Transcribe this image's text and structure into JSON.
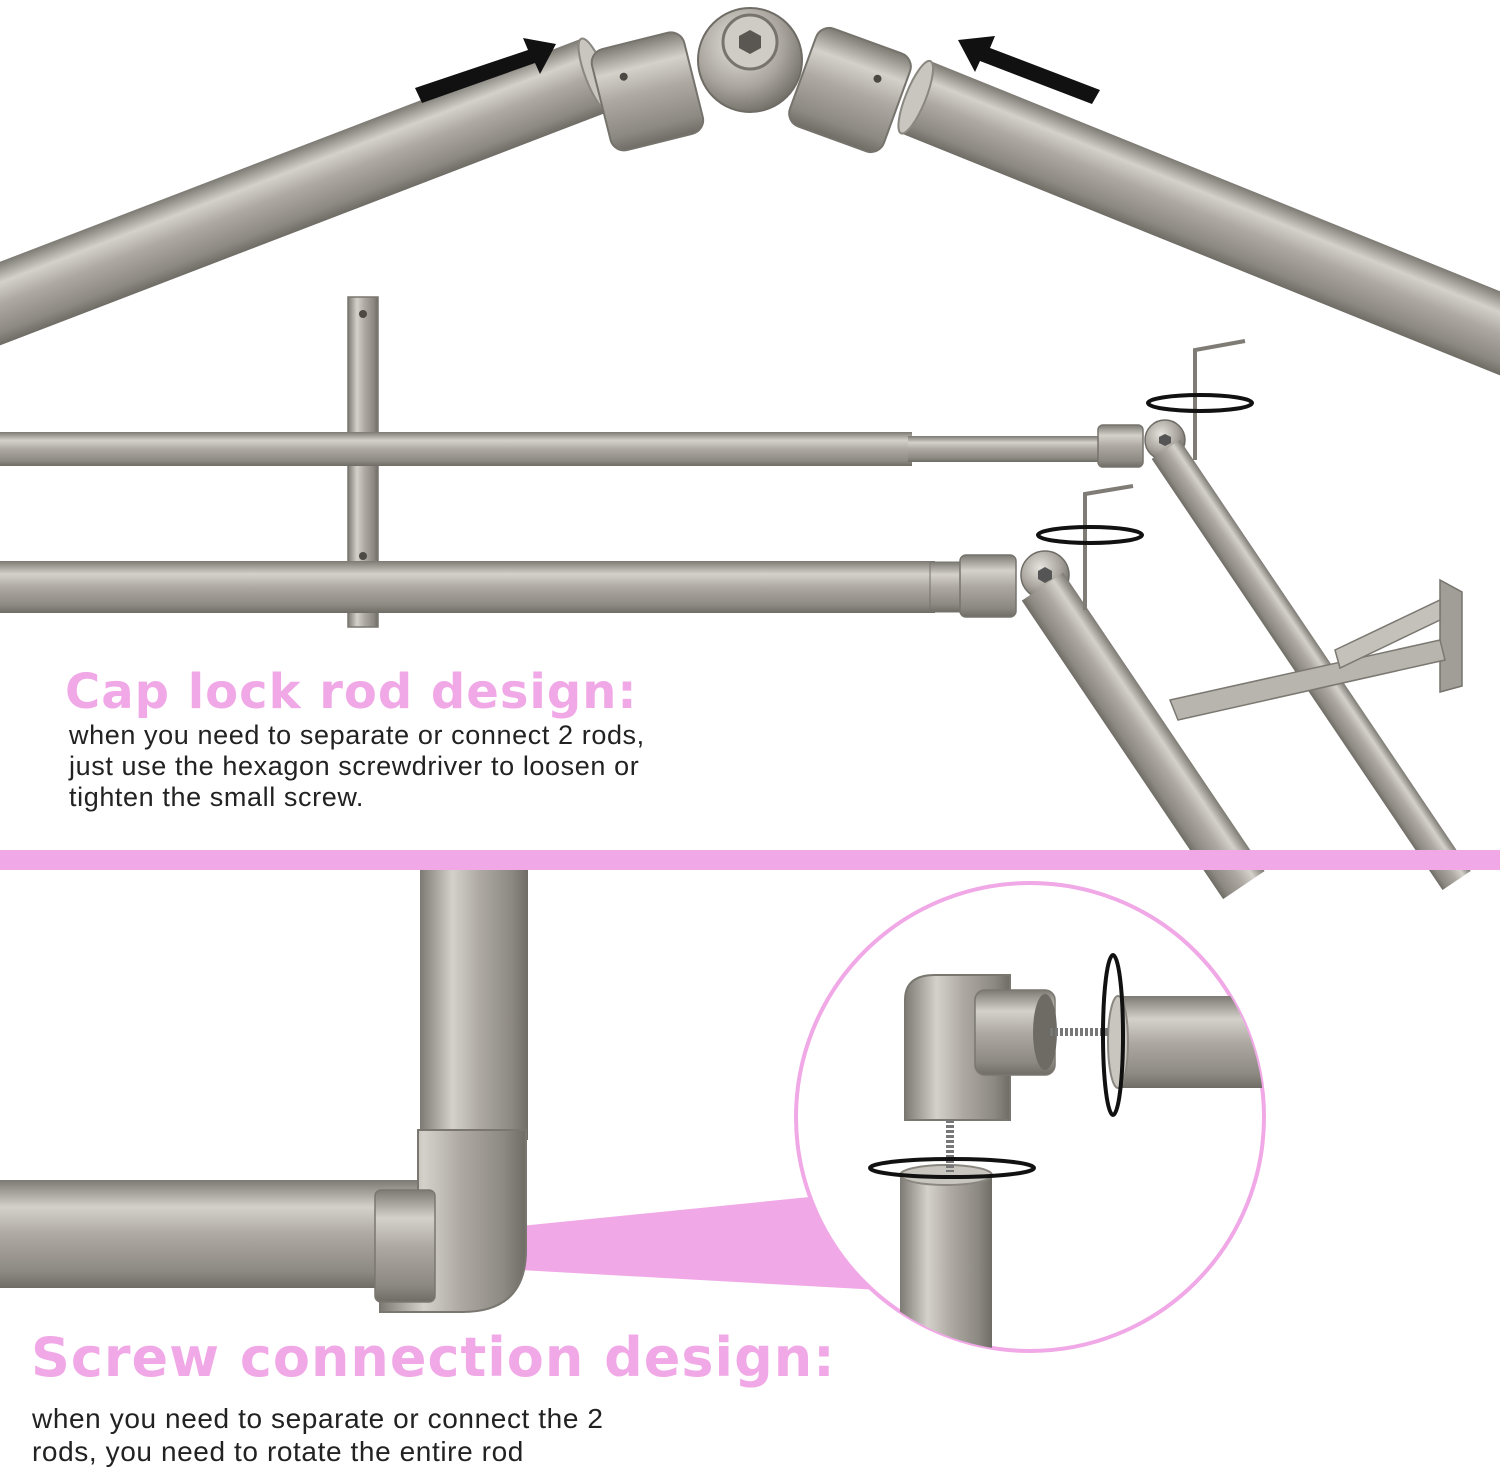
{
  "colors": {
    "accent_pink": "#f0a8e6",
    "metal": "#a8a49d",
    "text": "#222222",
    "arrow": "#111111"
  },
  "sections": {
    "cap_lock": {
      "title": "Cap lock rod design:",
      "description_lines": [
        "when you need to separate or connect 2 rods,",
        "just use the hexagon screwdriver to loosen or",
        "tighten the small screw."
      ]
    },
    "screw_connection": {
      "title": "Screw connection design:",
      "description_lines": [
        "when you need to separate or connect the 2",
        "rods, you need to rotate the entire rod"
      ]
    }
  }
}
